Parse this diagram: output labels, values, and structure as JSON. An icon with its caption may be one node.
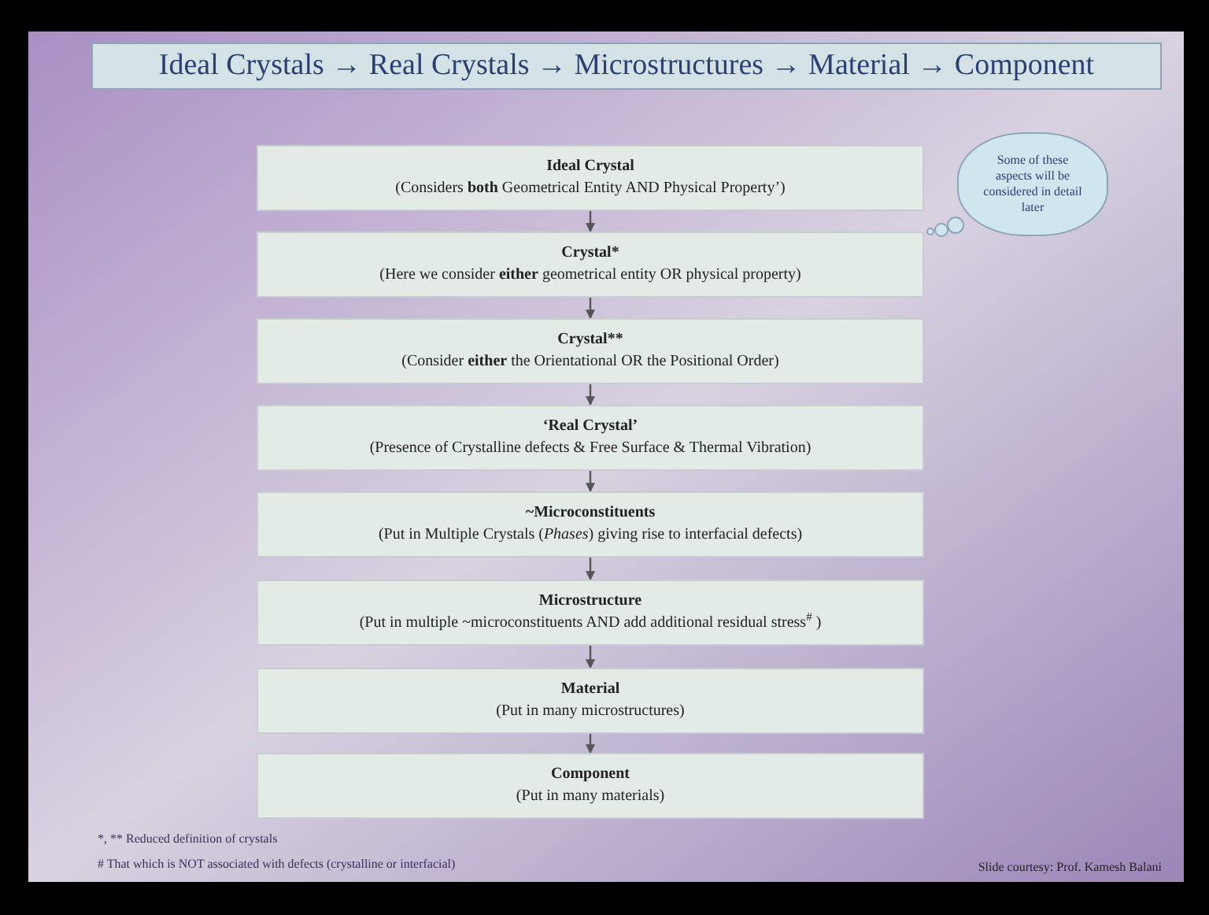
{
  "diagram": {
    "title": "Ideal Crystals → Real Crystals → Microstructures → Material → Component",
    "nodes": [
      {
        "text": [
          "Ideal Crystal",
          "(Considers **both** Geometrical Entity AND Physical Property’)"
        ]
      },
      {
        "text": [
          "Crystal*",
          "(Here we consider **either** geometrical entity OR physical property)"
        ]
      },
      {
        "text": [
          "Crystal**",
          "(Consider **either** the Orientational OR  the Positional Order)"
        ]
      },
      {
        "text": [
          "‘Real Crystal’",
          "(Presence of Crystalline defects & Free Surface & Thermal Vibration)"
        ]
      },
      {
        "text": [
          "~Microconstituents",
          "(Put in Multiple Crystals (*Phases*) giving rise to interfacial defects)"
        ]
      },
      {
        "text": [
          "Microstructure",
          "(Put in multiple ~microconstituents  AND add additional residual stress$^{#}$ )"
        ]
      },
      {
        "text": [
          "Material",
          "(Put in many microstructures)"
        ]
      },
      {
        "text": [
          "Component",
          "(Put in many materials)"
        ]
      },
      {
        "text": [
          "Some of these aspects will be considered in detail later"
        ]
      }
    ],
    "edges": [
      {
        "from": 0,
        "to": 1,
        "arrow": "to"
      },
      {
        "from": 1,
        "to": 2,
        "arrow": "to"
      },
      {
        "from": 2,
        "to": 3,
        "arrow": "to"
      },
      {
        "from": 3,
        "to": 4,
        "arrow": "to"
      },
      {
        "from": 4,
        "to": 5,
        "arrow": "to"
      },
      {
        "from": 5,
        "to": 6,
        "arrow": "to"
      },
      {
        "from": 6,
        "to": 7,
        "arrow": "to"
      }
    ],
    "labels": [
      "*, ** Reduced definition of crystals",
      "# That which is NOT associated with defects (crystalline or interfacial)",
      "Slide courtesy: Prof. Kamesh Balani"
    ]
  }
}
